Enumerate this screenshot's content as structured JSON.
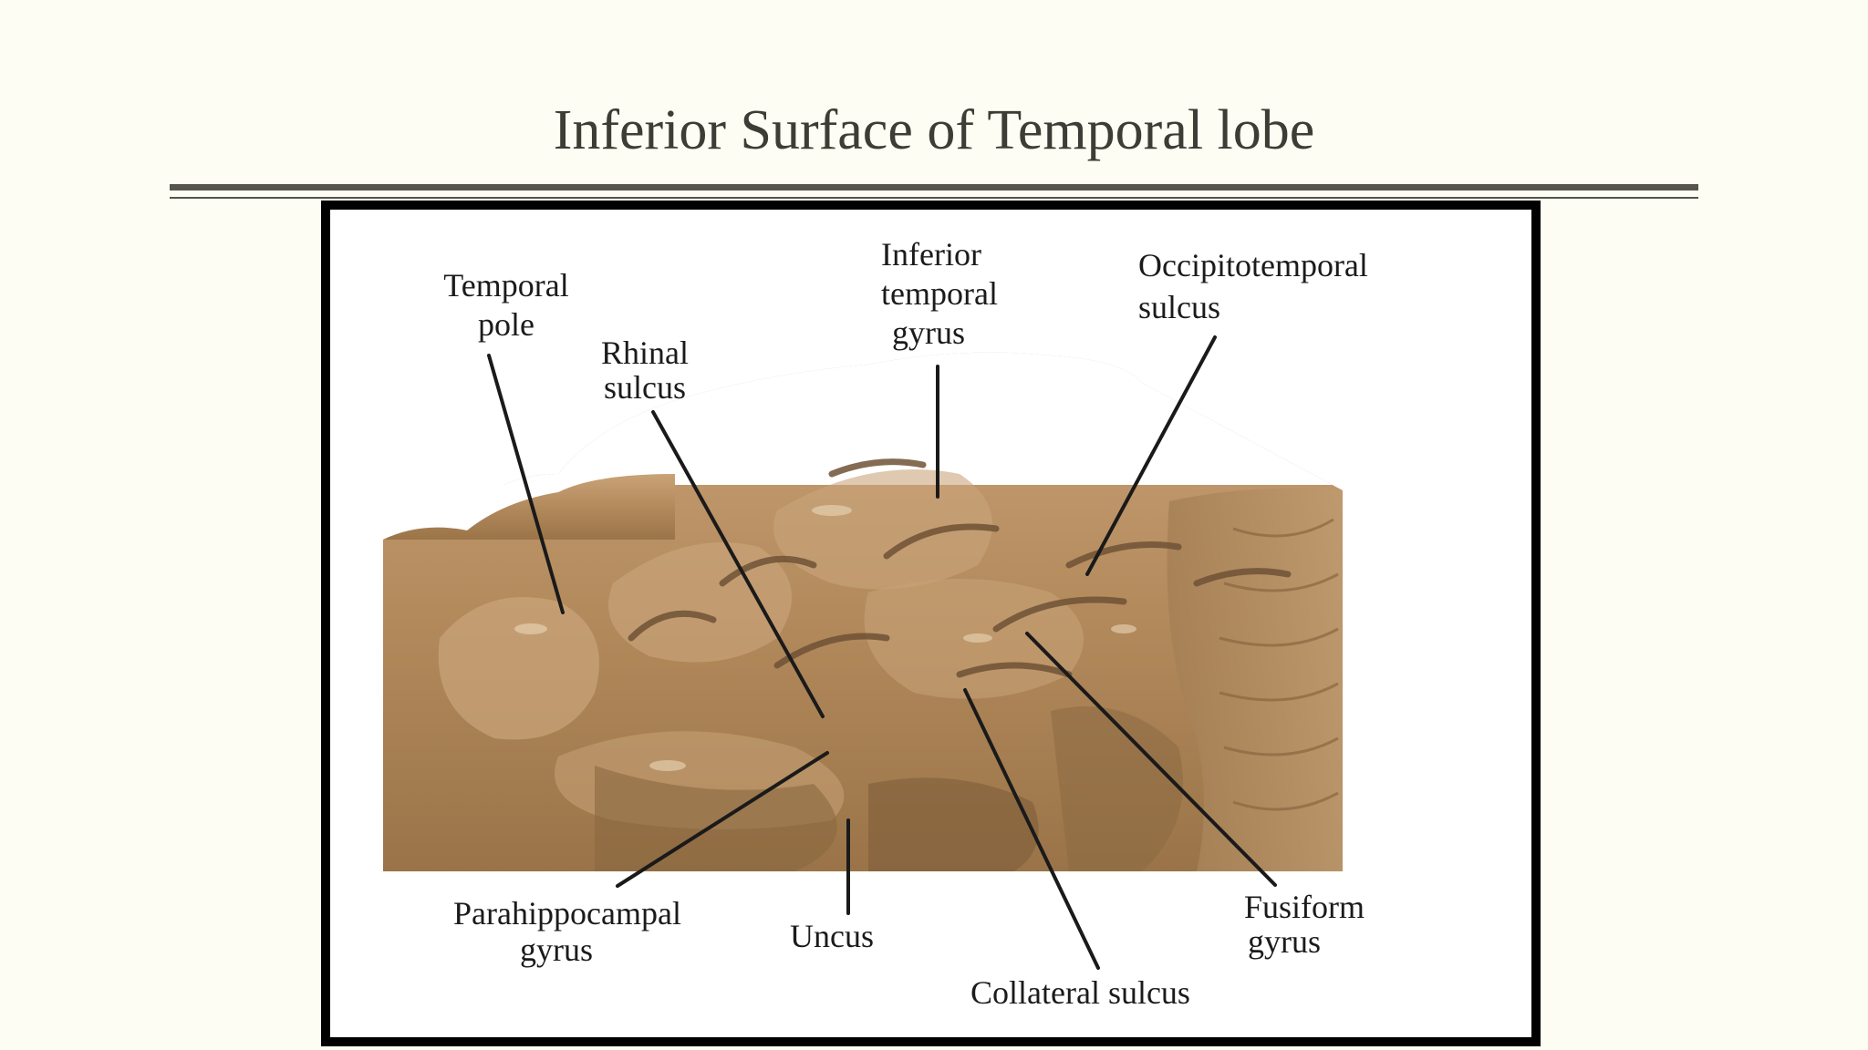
{
  "slide": {
    "title": "Inferior Surface of Temporal lobe"
  },
  "figure": {
    "labels": {
      "temporal_pole": [
        "Temporal",
        "pole"
      ],
      "rhinal_sulcus": [
        "Rhinal",
        "sulcus"
      ],
      "inferior_temporal_gyrus": [
        "Inferior",
        "temporal",
        "gyrus"
      ],
      "occipitotemporal_sulcus": [
        "Occipitotemporal",
        "sulcus"
      ],
      "parahippocampal_gyrus": [
        "Parahippocampal",
        "gyrus"
      ],
      "uncus": "Uncus",
      "collateral_sulcus": "Collateral sulcus",
      "fusiform_gyrus": [
        "Fusiform",
        "gyrus"
      ]
    },
    "colors": {
      "brain_base": "#b38a5c",
      "brain_light": "#c9a57a",
      "brain_shadow": "#6f5236",
      "frame": "#000000",
      "leader_line": "#1a1a1a"
    }
  }
}
